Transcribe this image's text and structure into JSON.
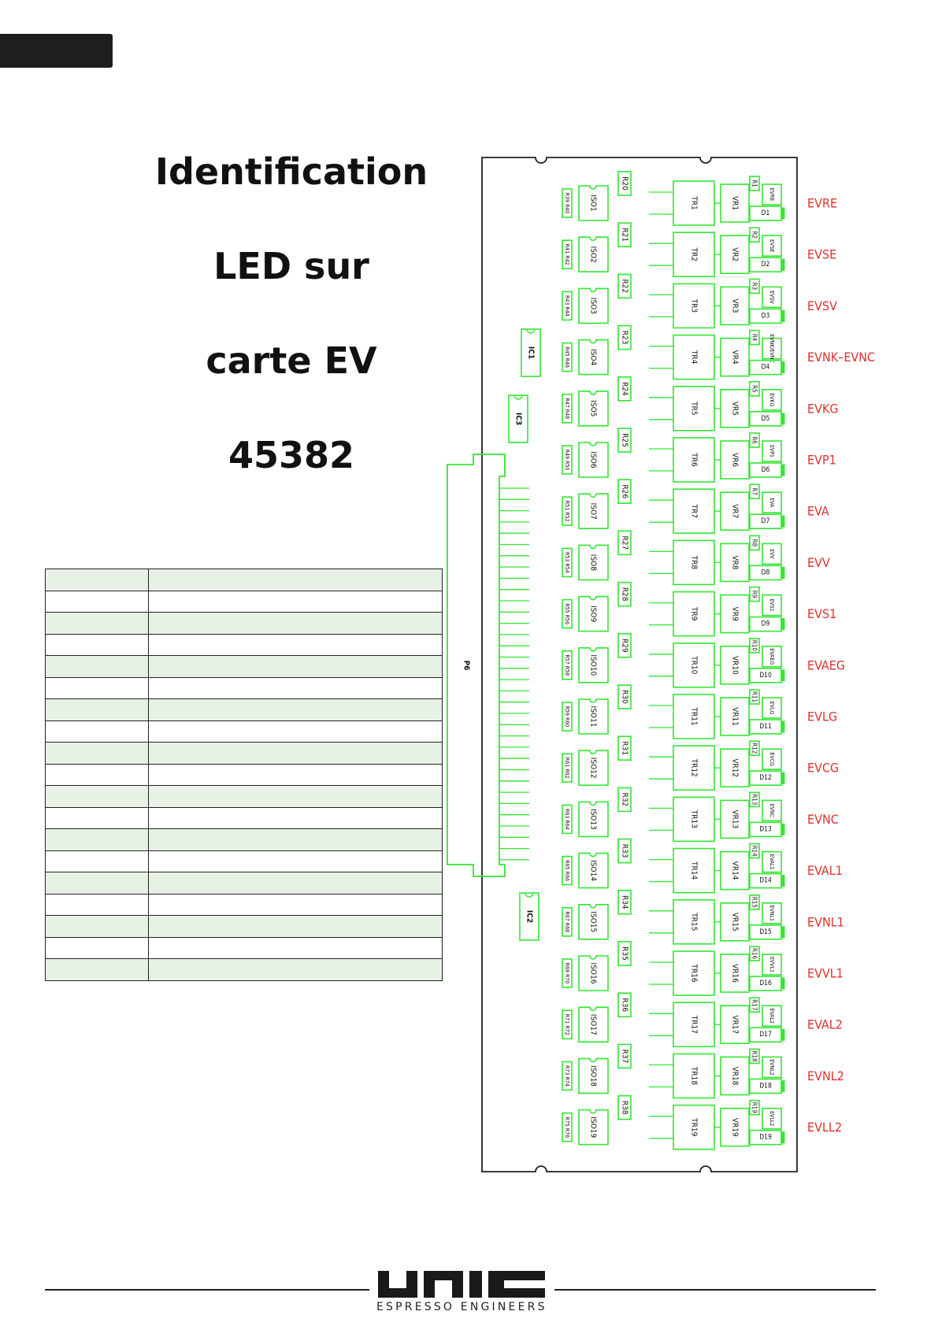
{
  "title": {
    "line1": "Identification",
    "line2": "LED sur",
    "line3": "carte EV",
    "line4": "45382"
  },
  "colors": {
    "board": "#33e633",
    "outline": "#222222",
    "label": "#e03030"
  },
  "board": {
    "connector_label": "P6",
    "ics": [
      "IC1",
      "IC3",
      "IC2"
    ],
    "rows": [
      {
        "iso": "ISO1",
        "rpair": "R39 R40",
        "r": "R20",
        "tr": "TR1",
        "vr": "VR1",
        "rl": "R1",
        "ev": "EVRE",
        "d": "D1",
        "label": "EVRE"
      },
      {
        "iso": "ISO2",
        "rpair": "R41 R42",
        "r": "R21",
        "tr": "TR2",
        "vr": "VR2",
        "rl": "R2",
        "ev": "EVSE",
        "d": "D2",
        "label": "EVSE"
      },
      {
        "iso": "ISO3",
        "rpair": "R43 R44",
        "r": "R22",
        "tr": "TR3",
        "vr": "VR3",
        "rl": "R3",
        "ev": "EVSV",
        "d": "D3",
        "label": "EVSV"
      },
      {
        "iso": "ISO4",
        "rpair": "R45 R46",
        "r": "R23",
        "tr": "TR4",
        "vr": "VR4",
        "rl": "R4",
        "ev": "EVNK/EVNC",
        "d": "D4",
        "label": "EVNK–EVNC"
      },
      {
        "iso": "ISO5",
        "rpair": "R47 R48",
        "r": "R24",
        "tr": "TR5",
        "vr": "VR5",
        "rl": "R5",
        "ev": "EVKG",
        "d": "D5",
        "label": "EVKG"
      },
      {
        "iso": "ISO6",
        "rpair": "R49 R50",
        "r": "R25",
        "tr": "TR6",
        "vr": "VR6",
        "rl": "R6",
        "ev": "EVP1",
        "d": "D6",
        "label": "EVP1"
      },
      {
        "iso": "ISO7",
        "rpair": "R51 R52",
        "r": "R26",
        "tr": "TR7",
        "vr": "VR7",
        "rl": "R7",
        "ev": "EVA",
        "d": "D7",
        "label": "EVA"
      },
      {
        "iso": "ISO8",
        "rpair": "R53 R54",
        "r": "R27",
        "tr": "TR8",
        "vr": "VR8",
        "rl": "R8",
        "ev": "EVV",
        "d": "D8",
        "label": "EVV"
      },
      {
        "iso": "ISO9",
        "rpair": "R55 R56",
        "r": "R28",
        "tr": "TR9",
        "vr": "VR9",
        "rl": "R9",
        "ev": "EVS1",
        "d": "D9",
        "label": "EVS1"
      },
      {
        "iso": "ISO10",
        "rpair": "R57 R58",
        "r": "R29",
        "tr": "TR10",
        "vr": "VR10",
        "rl": "R10",
        "ev": "EVAEG",
        "d": "D10",
        "label": "EVAEG"
      },
      {
        "iso": "ISO11",
        "rpair": "R59 R60",
        "r": "R30",
        "tr": "TR11",
        "vr": "VR11",
        "rl": "R11",
        "ev": "EVLG",
        "d": "D11",
        "label": "EVLG"
      },
      {
        "iso": "ISO12",
        "rpair": "R61 R62",
        "r": "R31",
        "tr": "TR12",
        "vr": "VR12",
        "rl": "R12",
        "ev": "EVCG",
        "d": "D12",
        "label": "EVCG"
      },
      {
        "iso": "ISO13",
        "rpair": "R63 R64",
        "r": "R32",
        "tr": "TR13",
        "vr": "VR13",
        "rl": "R13",
        "ev": "EVNC",
        "d": "D13",
        "label": "EVNC"
      },
      {
        "iso": "ISO14",
        "rpair": "R65 R66",
        "r": "R33",
        "tr": "TR14",
        "vr": "VR14",
        "rl": "R14",
        "ev": "EVAL1",
        "d": "D14",
        "label": "EVAL1"
      },
      {
        "iso": "ISO15",
        "rpair": "R67 R68",
        "r": "R34",
        "tr": "TR15",
        "vr": "VR15",
        "rl": "R15",
        "ev": "EVNL1",
        "d": "D15",
        "label": "EVNL1"
      },
      {
        "iso": "ISO16",
        "rpair": "R69 R70",
        "r": "R35",
        "tr": "TR16",
        "vr": "VR16",
        "rl": "R16",
        "ev": "EVVL1",
        "d": "D16",
        "label": "EVVL1"
      },
      {
        "iso": "ISO17",
        "rpair": "R71 R72",
        "r": "R36",
        "tr": "TR17",
        "vr": "VR17",
        "rl": "R17",
        "ev": "EVAL2",
        "d": "D17",
        "label": "EVAL2"
      },
      {
        "iso": "ISO18",
        "rpair": "R73 R74",
        "r": "R37",
        "tr": "TR18",
        "vr": "VR18",
        "rl": "R18",
        "ev": "EVNL2",
        "d": "D18",
        "label": "EVNL2"
      },
      {
        "iso": "ISO19",
        "rpair": "R75 R76",
        "r": "R38",
        "tr": "TR19",
        "vr": "VR19",
        "rl": "R19",
        "ev": "EVLL2",
        "d": "D19",
        "label": "EVLL2"
      }
    ]
  },
  "table": {
    "rows": 19
  },
  "footer": {
    "brand": "UNIC",
    "tagline": "ESPRESSO ENGINEERS"
  }
}
